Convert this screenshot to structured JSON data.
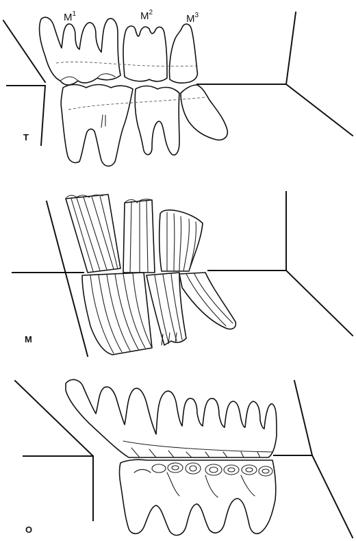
{
  "tooth_labels": [
    {
      "base": "M",
      "sup": "1"
    },
    {
      "base": "M",
      "sup": "2"
    },
    {
      "base": "M",
      "sup": "3"
    }
  ],
  "panels": [
    {
      "label": "T"
    },
    {
      "label": "M"
    },
    {
      "label": "O"
    }
  ]
}
